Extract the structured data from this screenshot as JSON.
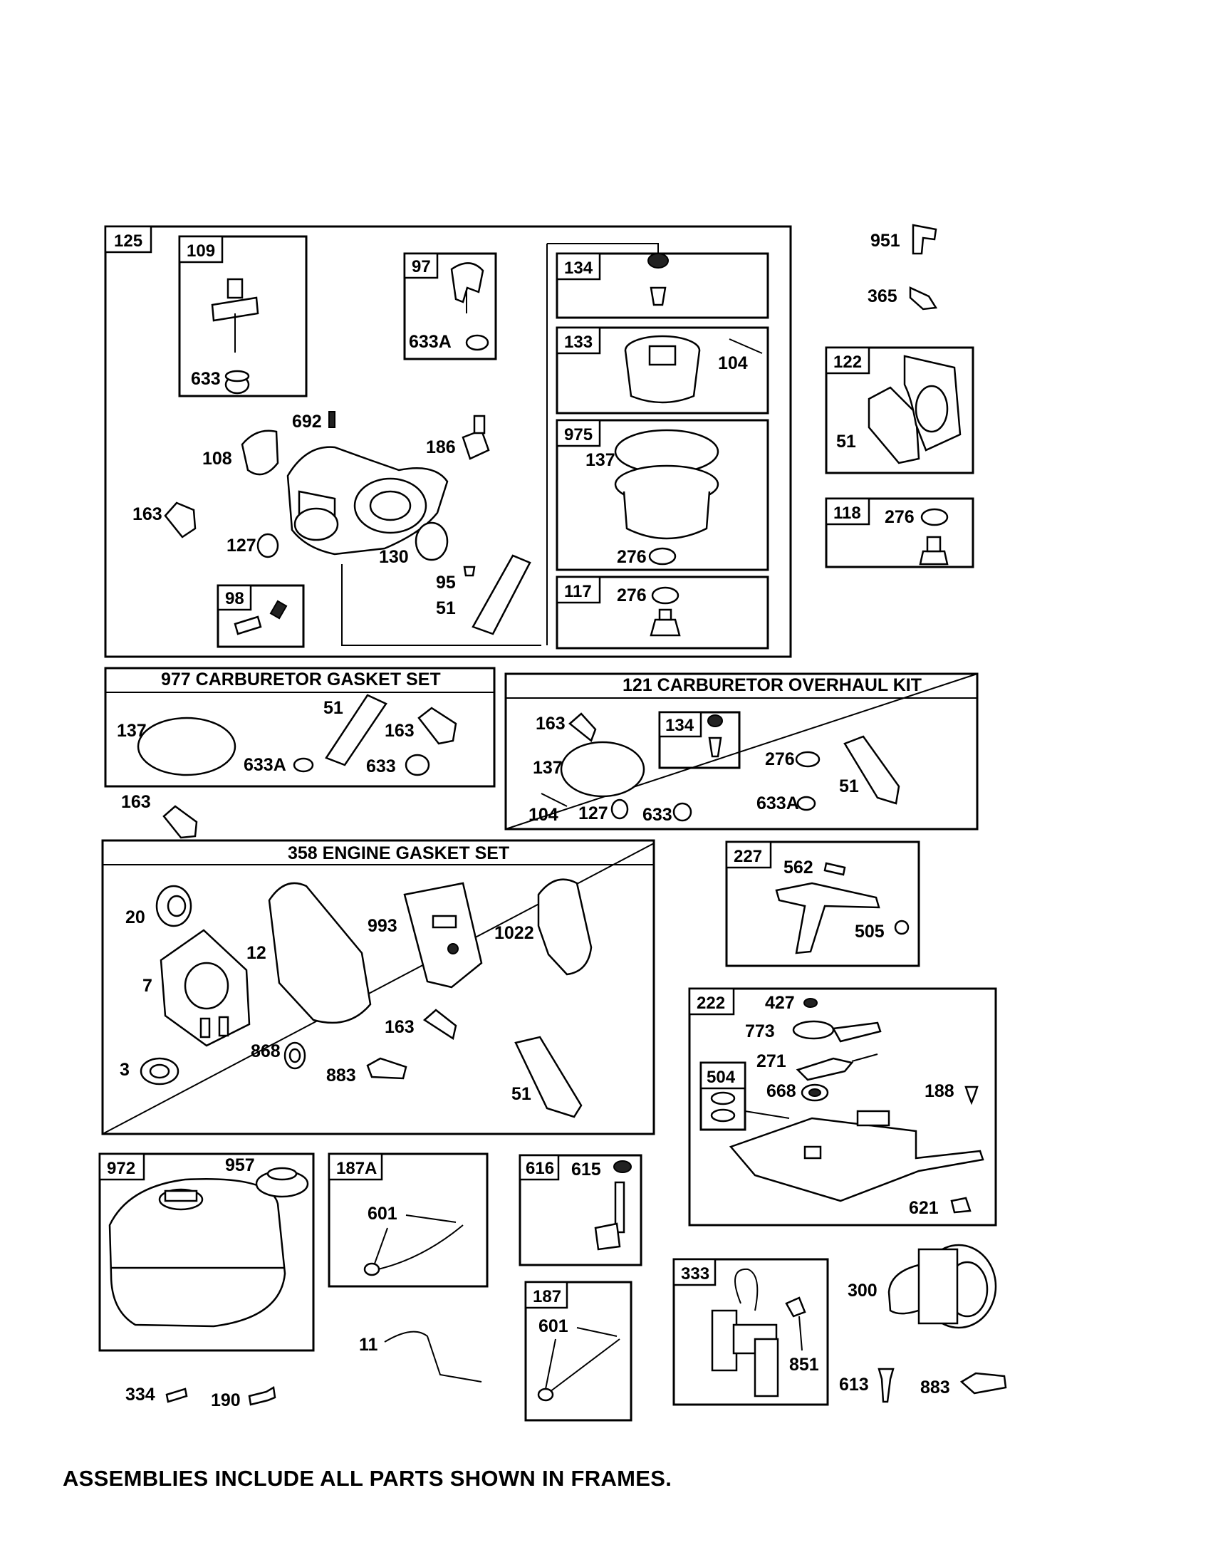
{
  "assemblies": {
    "a125": "125",
    "a109": "109",
    "a97": "97",
    "a134": "134",
    "a133": "133",
    "a975": "975",
    "a117": "117",
    "a98": "98",
    "a122": "122",
    "a118": "118",
    "a227": "227",
    "a222": "222",
    "a504": "504",
    "a972": "972",
    "a187a": "187A",
    "a616": "616",
    "a187": "187",
    "a333": "333",
    "a134kit": "134"
  },
  "sets": {
    "carb_gasket": "977 CARBURETOR  GASKET SET",
    "carb_overhaul": "121 CARBURETOR OVERHAUL KIT",
    "engine_gasket": "358 ENGINE GASKET SET"
  },
  "parts": {
    "p633": "633",
    "p633a": "633A",
    "p692": "692",
    "p186": "186",
    "p108": "108",
    "p163": "163",
    "p127": "127",
    "p130": "130",
    "p95": "95",
    "p51": "51",
    "p104": "104",
    "p137": "137",
    "p276": "276",
    "p951": "951",
    "p365": "365",
    "g137": "137",
    "g51": "51",
    "g163": "163",
    "g633a": "633A",
    "g633": "633",
    "loose163": "163",
    "k163": "163",
    "k137": "137",
    "k104": "104",
    "k127": "127",
    "k633": "633",
    "k276": "276",
    "k633a": "633A",
    "k51": "51",
    "e20": "20",
    "e12": "12",
    "e993": "993",
    "e1022": "1022",
    "e7": "7",
    "e3": "3",
    "e868": "868",
    "e163": "163",
    "e883": "883",
    "e51": "51",
    "p562": "562",
    "p505": "505",
    "p427": "427",
    "p773": "773",
    "p271": "271",
    "p668": "668",
    "p188": "188",
    "p621": "621",
    "p957": "957",
    "p601a": "601",
    "p615": "615",
    "p601b": "601",
    "p851": "851",
    "p300": "300",
    "p11": "11",
    "p334": "334",
    "p190": "190",
    "p613": "613",
    "p883": "883"
  },
  "footer": "ASSEMBLIES INCLUDE ALL PARTS SHOWN IN FRAMES."
}
